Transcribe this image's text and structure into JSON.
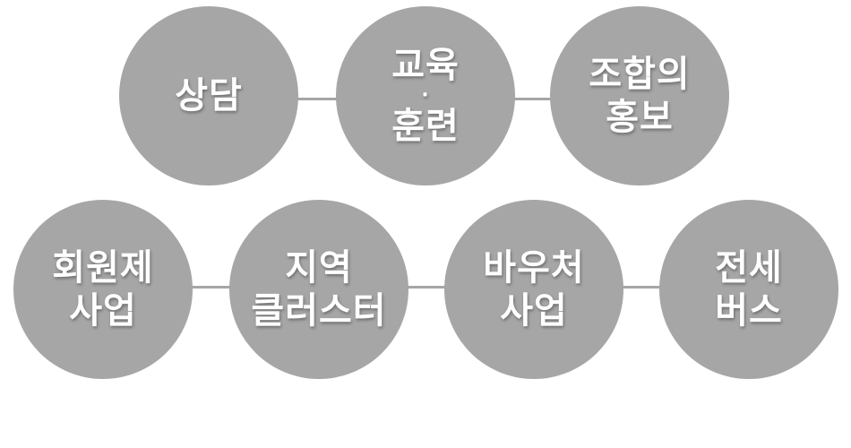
{
  "diagram": {
    "node_color": "#a6a6a6",
    "text_color": "#ffffff",
    "rows": [
      {
        "nodes": [
          {
            "lines": [
              "상담"
            ]
          },
          {
            "lines": [
              "교육",
              "·",
              "훈련"
            ]
          },
          {
            "lines": [
              "조합의",
              "홍보"
            ]
          }
        ]
      },
      {
        "nodes": [
          {
            "lines": [
              "회원제",
              "사업"
            ]
          },
          {
            "lines": [
              "지역",
              "클러스터"
            ]
          },
          {
            "lines": [
              "바우처",
              "사업"
            ]
          },
          {
            "lines": [
              "전세",
              "버스"
            ]
          }
        ]
      }
    ]
  }
}
